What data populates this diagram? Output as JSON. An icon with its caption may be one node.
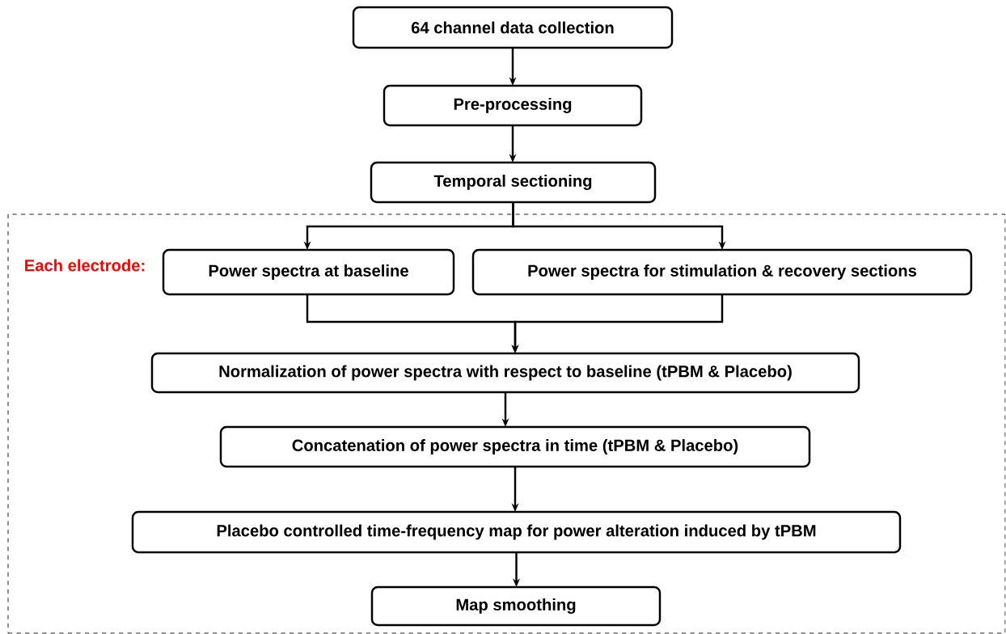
{
  "diagram": {
    "nodes": [
      {
        "text": [
          "64 channel data collection"
        ]
      },
      {
        "text": [
          "Pre-processing"
        ]
      },
      {
        "text": [
          "Temporal sectioning"
        ]
      },
      {
        "text": [
          "Each electrode:"
        ]
      },
      {
        "text": [
          "Power spectra at baseline"
        ],
        "in": 3
      },
      {
        "text": [
          "Power spectra for stimulation & recovery sections"
        ],
        "in": 3
      },
      {
        "text": [
          "Normalization of power spectra with respect to baseline (tPBM & Placebo)"
        ],
        "in": 3
      },
      {
        "text": [
          "Concatenation of power spectra in time (tPBM & Placebo)"
        ],
        "in": 3
      },
      {
        "text": [
          "Placebo controlled time-frequency map for power alteration induced by tPBM"
        ],
        "in": 3
      },
      {
        "text": [
          "Map smoothing"
        ],
        "in": 3
      }
    ],
    "edges": [
      {
        "from": 0,
        "to": 1,
        "arrow": "to"
      },
      {
        "from": 1,
        "to": 2,
        "arrow": "to"
      },
      {
        "from": 2,
        "to": 4,
        "arrow": "to"
      },
      {
        "from": 2,
        "to": 5,
        "arrow": "to"
      },
      {
        "from": 4,
        "to": 6,
        "arrow": "to"
      },
      {
        "from": 5,
        "to": 6,
        "arrow": "to"
      },
      {
        "from": 6,
        "to": 7,
        "arrow": "to"
      },
      {
        "from": 7,
        "to": 8,
        "arrow": "to"
      },
      {
        "from": 8,
        "to": 9,
        "arrow": "to"
      }
    ]
  }
}
